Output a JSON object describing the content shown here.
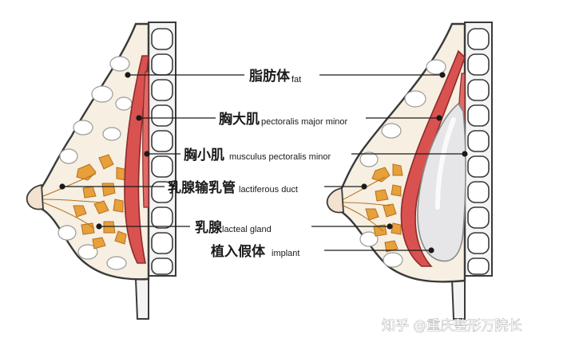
{
  "labels": [
    {
      "zh": "脂肪体",
      "en": "fat"
    },
    {
      "zh": "胸大肌",
      "en": "pectoralis major minor"
    },
    {
      "zh": "胸小肌",
      "en": "musculus pectoralis minor"
    },
    {
      "zh": "乳腺输乳管",
      "en": "lactiferous duct"
    },
    {
      "zh": "乳腺",
      "en": "lacteal gland"
    },
    {
      "zh": "植入假体",
      "en": "implant"
    }
  ],
  "watermark": "知乎 @重庆整形万院长",
  "colors": {
    "muscle": "#d9524f",
    "muscle_edge": "#8c2b2b",
    "gland": "#e7a03a",
    "fat_bg": "#f6efe2",
    "outline": "#3a3a3a",
    "implant": "#e6e6e8"
  }
}
